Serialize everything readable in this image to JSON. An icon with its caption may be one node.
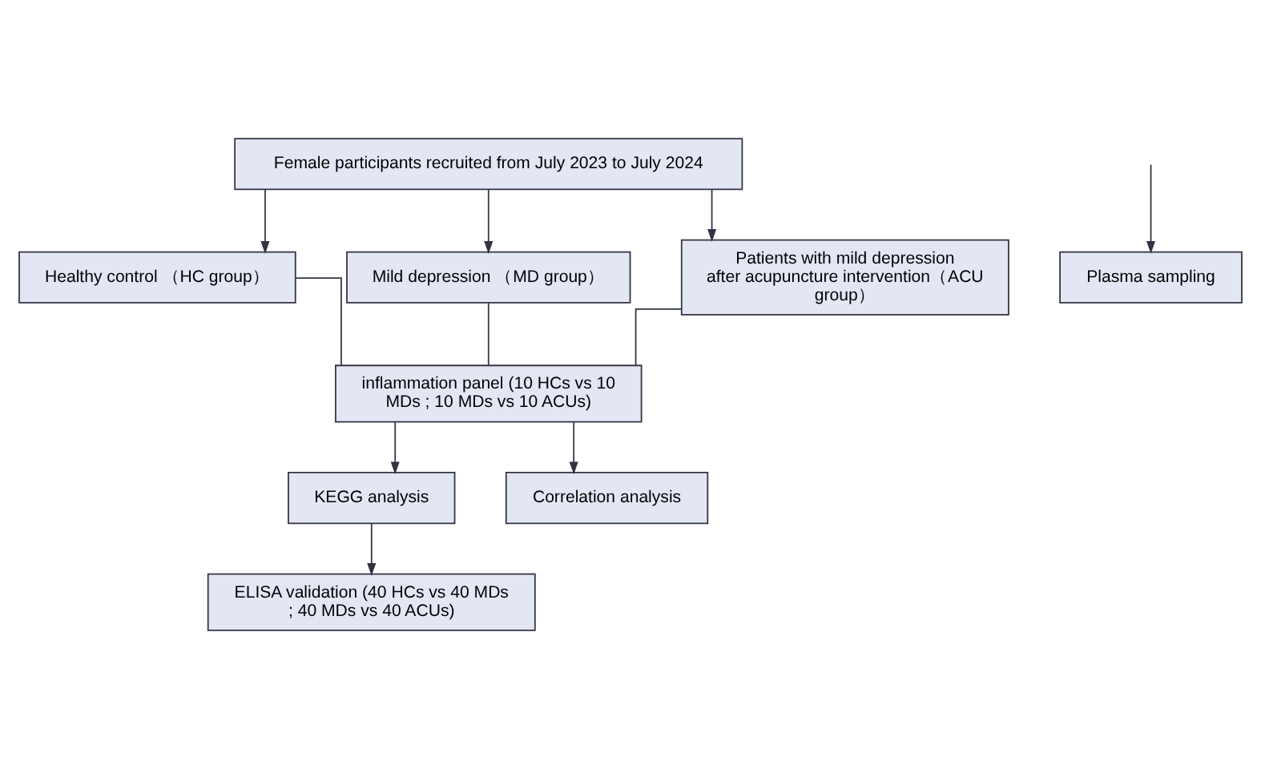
{
  "diagram": {
    "nodes": [
      {
        "text": [
          "Female participants recruited from July 2023 to July 2024"
        ]
      },
      {
        "text": [
          "Healthy control （HC group）"
        ]
      },
      {
        "text": [
          "Mild depression （MD group）"
        ]
      },
      {
        "text": [
          "Patients with mild depression after acupuncture intervention（ACU group）"
        ]
      },
      {
        "text": [
          "Plasma sampling"
        ]
      },
      {
        "text": [
          "inflammation panel (10 HCs vs 10 MDs ; 10 MDs vs 10 ACUs)"
        ]
      },
      {
        "text": [
          "KEGG analysis"
        ]
      },
      {
        "text": [
          "Correlation analysis"
        ]
      },
      {
        "text": [
          "ELISA validation (40 HCs vs 40 MDs ; 40 MDs vs 40 ACUs)"
        ]
      }
    ],
    "edges": [
      {
        "from": 0,
        "to": 1,
        "arrow": "to"
      },
      {
        "from": 0,
        "to": 2,
        "arrow": "to"
      },
      {
        "from": 0,
        "to": 3,
        "arrow": "to"
      },
      {
        "from": 1,
        "to": 5,
        "arrow": "none"
      },
      {
        "from": 2,
        "to": 5,
        "arrow": "none"
      },
      {
        "from": 3,
        "to": 5,
        "arrow": "none"
      },
      {
        "from": null,
        "to": 4,
        "arrow": "to"
      },
      {
        "from": 5,
        "to": 6,
        "arrow": "to"
      },
      {
        "from": 5,
        "to": 7,
        "arrow": "to"
      },
      {
        "from": 6,
        "to": 8,
        "arrow": "to"
      }
    ]
  }
}
